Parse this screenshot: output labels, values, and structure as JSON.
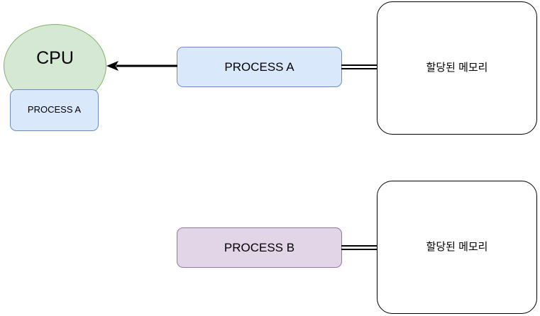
{
  "diagram": {
    "title": "Process scheduling and allocated memory diagram",
    "colors": {
      "cpu_fill": "#d5e8d4",
      "cpu_stroke": "#82b366",
      "process_a_fill": "#dae8fc",
      "process_a_stroke": "#6c8ebf",
      "process_b_fill": "#e1d5e7",
      "process_b_stroke": "#9673a6",
      "memory_fill": "#ffffff",
      "memory_stroke": "#000000",
      "connector": "#000000",
      "background": "#ffffff"
    },
    "nodes": {
      "cpu": {
        "label": "CPU"
      },
      "cpu_running_process": {
        "label": "PROCESS A"
      },
      "process_a": {
        "label": "PROCESS A"
      },
      "process_b": {
        "label": "PROCESS B"
      },
      "memory_a": {
        "label": "할당된 메모리"
      },
      "memory_b": {
        "label": "할당된 메모리"
      }
    },
    "edges": [
      {
        "name": "process-a-to-cpu",
        "from": "process_a",
        "to": "cpu",
        "style": "single-line-with-arrowhead",
        "direction": "left",
        "label": ""
      },
      {
        "name": "process-a-to-memory-a",
        "from": "process_a",
        "to": "memory_a",
        "style": "double-line",
        "direction": "none",
        "label": ""
      },
      {
        "name": "process-b-to-memory-b",
        "from": "process_b",
        "to": "memory_b",
        "style": "double-line",
        "direction": "none",
        "label": ""
      }
    ]
  }
}
